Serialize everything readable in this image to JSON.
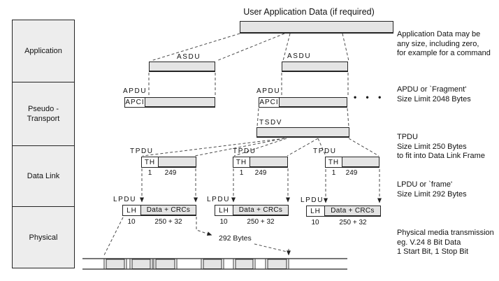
{
  "title": "User Application Data (if required)",
  "sidebar": {
    "layers": [
      {
        "label": "Application"
      },
      {
        "label": "Pseudo -\nTransport"
      },
      {
        "label": "Data Link"
      },
      {
        "label": "Physical"
      }
    ]
  },
  "application_layer": {
    "asdu_label": "ASDU"
  },
  "pseudo_transport": {
    "apdu_label": "APDU",
    "apci_label": "APCI",
    "tsdv_label": "TSDV",
    "ellipsis": "• • •"
  },
  "data_link": {
    "tpdu_label": "TPDU",
    "th_label": "TH",
    "th_bytes": "1",
    "tpdu_payload_bytes": "249",
    "lpdu_label": "LPDU",
    "lh_label": "LH",
    "lh_bytes": "10",
    "lpdu_payload_label": "Data + CRCs",
    "lpdu_payload_bytes": "250 + 32"
  },
  "physical": {
    "frame_size_label": "292 Bytes"
  },
  "annotations": {
    "application": "Application Data may be\nany size, including zero,\nfor example for a command",
    "apdu": "APDU or `Fragment'\nSize Limit 2048 Bytes",
    "tpdu": "TPDU\nSize Limit 250 Bytes\nto fit into Data Link Frame",
    "lpdu": "LPDU or `frame'\nSize Limit 292 Bytes",
    "physical": "Physical media transmission\neg. V.24 8 Bit Data\n1 Start Bit, 1 Stop Bit"
  },
  "colors": {
    "box_fill": "#e4e4e4",
    "sidebar_fill": "#ededed",
    "box_border": "#242424",
    "connector": "#4a4a4a"
  }
}
